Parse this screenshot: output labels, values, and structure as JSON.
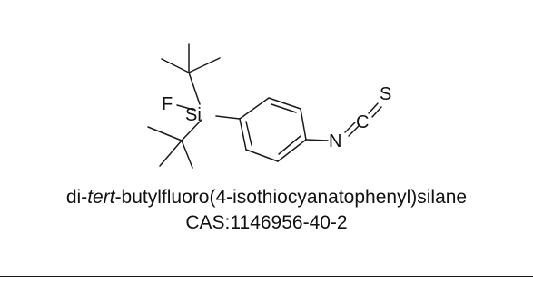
{
  "structure": {
    "atoms": {
      "fluorine": "F",
      "silicon": "Si",
      "nitrogen": "N",
      "carbon": "C",
      "sulfur": "S"
    }
  },
  "caption": {
    "name_prefix": "di-",
    "name_italic": "tert",
    "name_suffix": "-butylfluoro(4-isothiocyanatophenyl)silane",
    "cas": "CAS:1146956-40-2"
  }
}
